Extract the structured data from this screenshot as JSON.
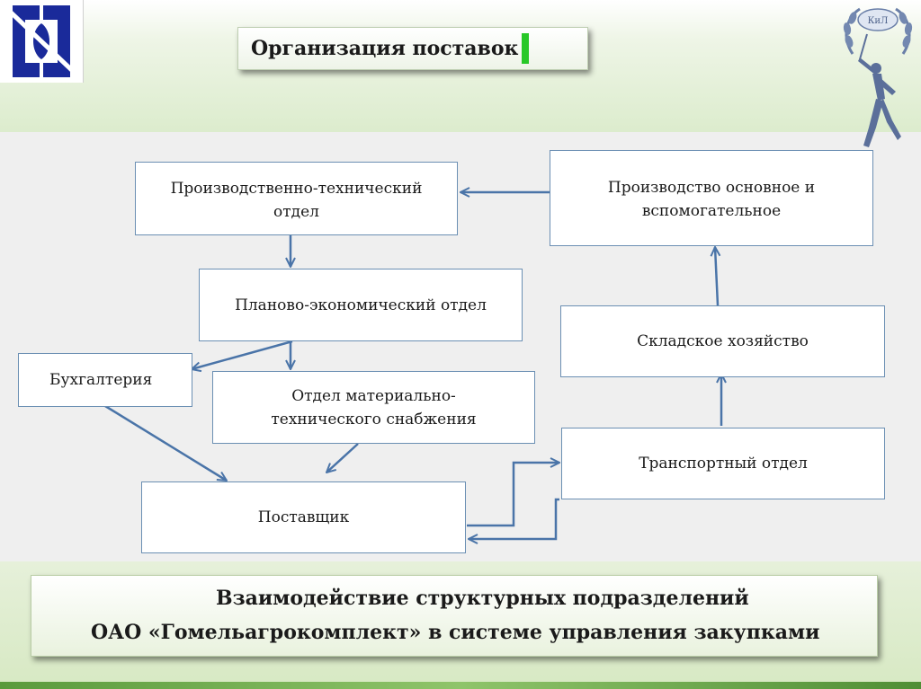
{
  "header": {
    "title": "Организация поставок",
    "emblem_text": "КиЛ"
  },
  "boxes": {
    "pto": "Производственно-технический отдел",
    "production": "Производство основное и вспомогательное",
    "peo": "Планово-экономический отдел",
    "warehouse": "Складское хозяйство",
    "accounting": "Бухгалтерия",
    "mts": "Отдел материально-технического снабжения",
    "transport": "Транспортный отдел",
    "supplier": "Поставщик"
  },
  "footer": {
    "line1": "Взаимодействие структурных подразделений",
    "line2": "ОАО «Гомельагрокомплект» в системе управления закупками"
  },
  "colors": {
    "arrow": "#4a74a8",
    "box_border": "#6b8fb3",
    "marker": "#28c828",
    "logo_blue": "#1a2a9a"
  }
}
